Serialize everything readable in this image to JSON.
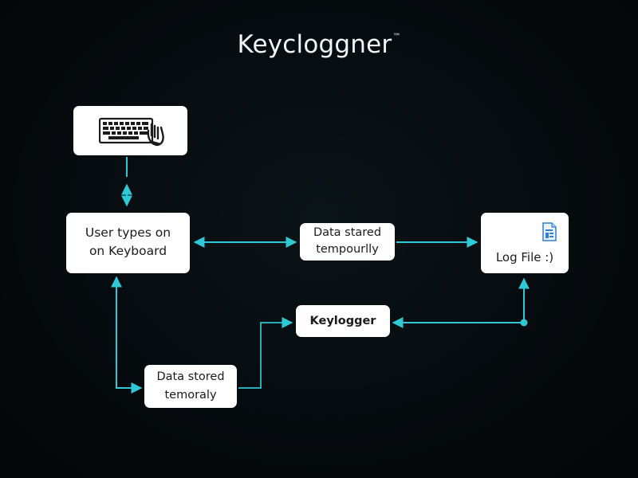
{
  "diagram": {
    "title": "Keycloggner",
    "title_mark": "™",
    "nodes": {
      "user_types": {
        "line1": "User types on",
        "line2": "on Keyboard"
      },
      "temp_top": {
        "line1": "Data stared",
        "line2": "tempourlly"
      },
      "log_file": {
        "label": "Log File :)"
      },
      "keylogger": {
        "label": "Keylogger"
      },
      "temp_bottom": {
        "line1": "Data stored",
        "line2": "temoraly"
      }
    },
    "icons": {
      "keyboard": "keyboard-hand-icon",
      "log_file": "document-icon"
    },
    "colors": {
      "background": "#050a0d",
      "box": "#ffffff",
      "connector": "#2ec9d4",
      "text": "#1b1b1b",
      "title": "#f2f4f5"
    }
  }
}
